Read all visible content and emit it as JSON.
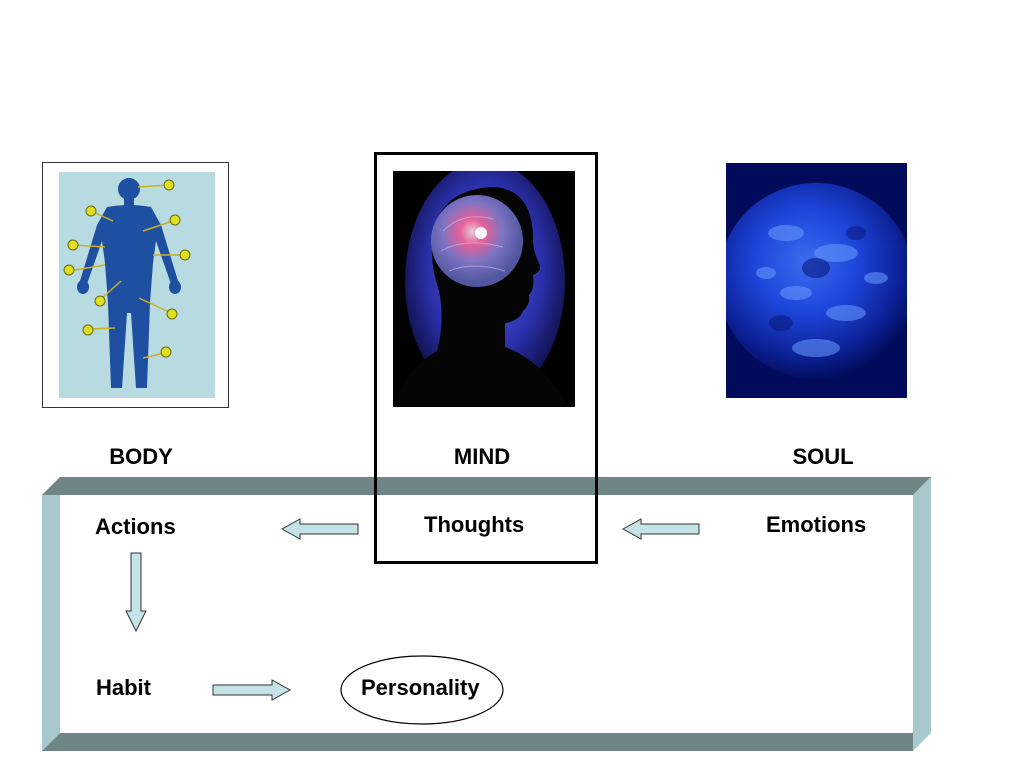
{
  "pictures": {
    "body": {
      "icon": "human-body-meridian-points-illustration"
    },
    "mind": {
      "icon": "head-silhouette-with-glowing-brain"
    },
    "soul": {
      "icon": "glowing-blue-sphere"
    }
  },
  "labels": {
    "body": "BODY",
    "mind": "MIND",
    "soul": "SOUL"
  },
  "flow": {
    "actions": "Actions",
    "thoughts": "Thoughts",
    "emotions": "Emotions",
    "habit": "Habit",
    "personality": "Personality"
  },
  "colors": {
    "panel_face": "#ffffff",
    "panel_top": "#6f8586",
    "panel_side": "#a9c8cc",
    "arrow_fill": "#c3e3e6",
    "body_background": "#b8dbe2",
    "figure": "#1f4fa0",
    "acupoint": "#e0e020"
  }
}
